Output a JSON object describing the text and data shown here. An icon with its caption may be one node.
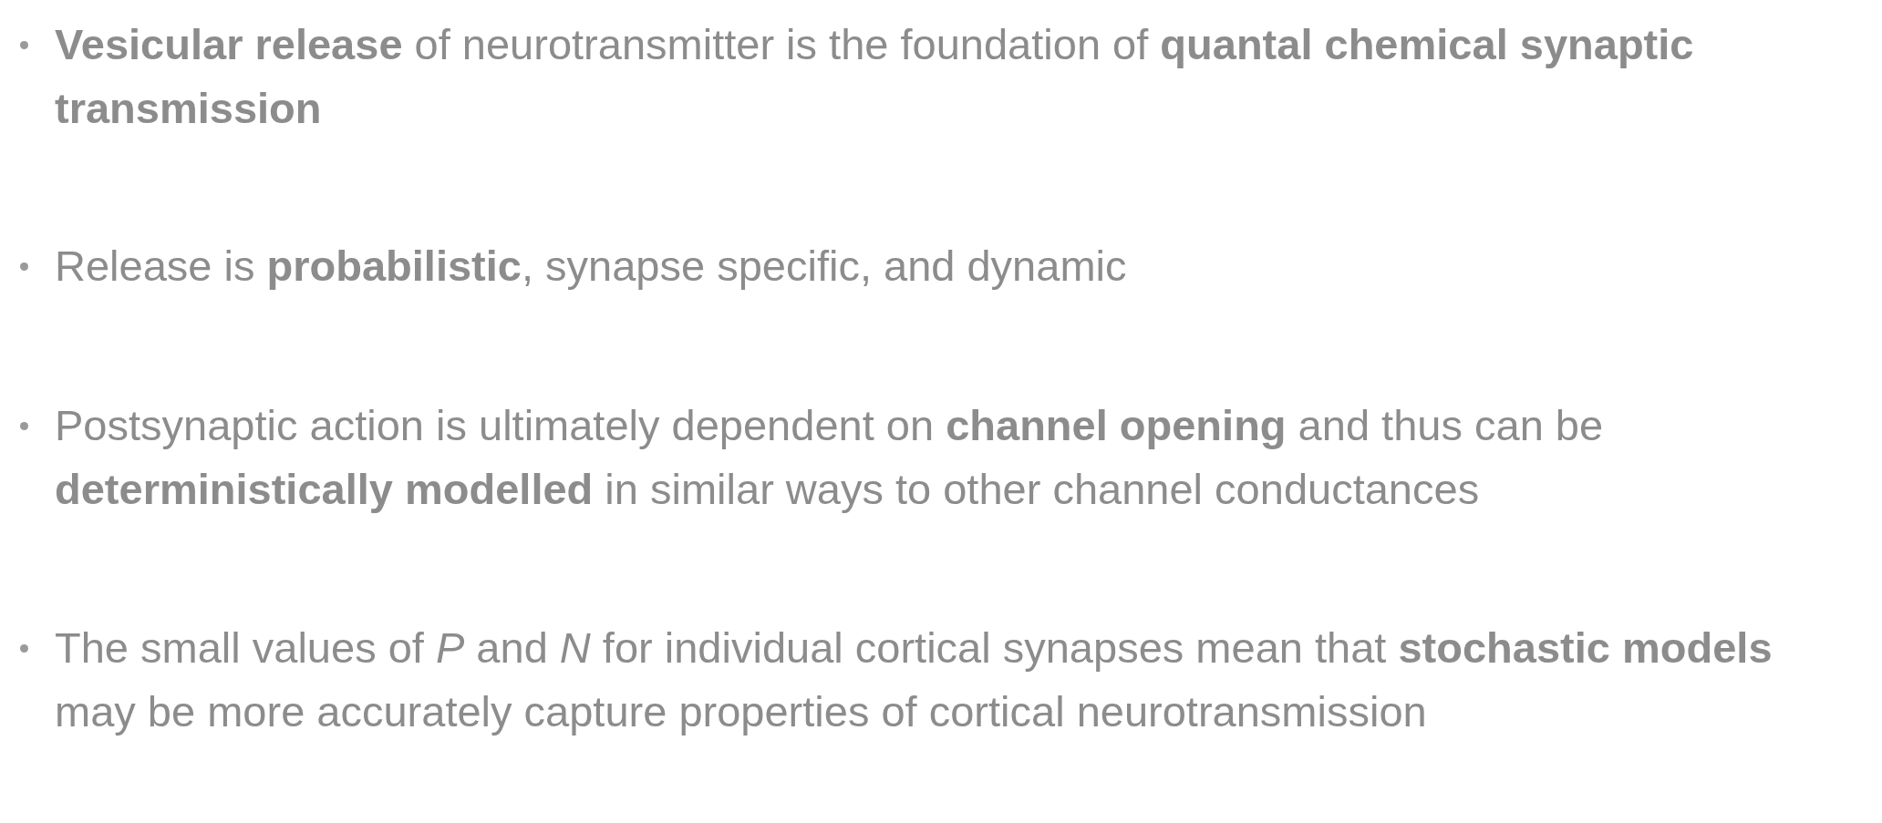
{
  "diagram": {
    "labels": [
      "**Vesicular release** of neurotransmitter is the foundation of **quantal chemical synaptic transmission**",
      "Release is **probabilistic**, synapse specific, and dynamic",
      "Postsynaptic action is ultimately dependent on **channel opening** and thus can be **deterministically modelled** in similar ways to other channel conductances",
      "The small values of *P* and *N* for individual cortical synapses mean that **stochastic models** may be more accurately capture properties of cortical neurotransmission"
    ]
  }
}
